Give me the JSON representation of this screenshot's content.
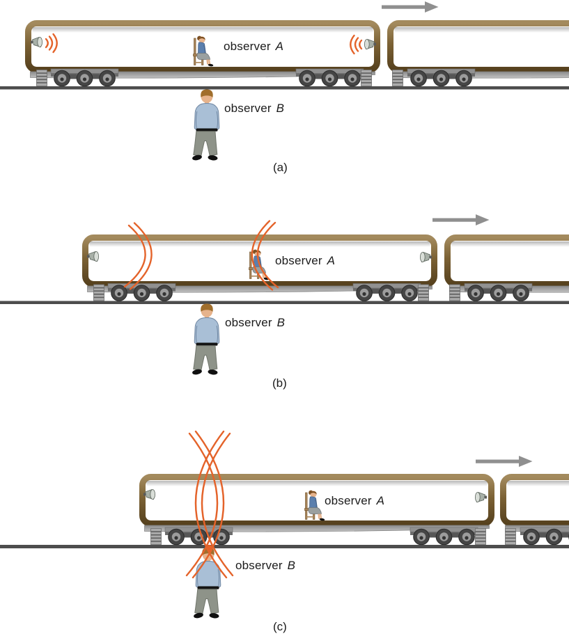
{
  "colors": {
    "train_brown": "#7b6134",
    "wave_orange": "#e4632a",
    "arrow_gray": "#8f8f8f",
    "ground_gray": "#4d4d4d",
    "shirt_blue": "#a9bfd6",
    "pants_gray": "#8e9389",
    "skin_tan": "#e6b38c",
    "hair_brown": "#a06e2c",
    "observer_a_top_blue": "#5b7fad",
    "skirt_gray": "#9aa0a0"
  },
  "panels": [
    {
      "caption": "(a)",
      "observer_a": {
        "prefix": "observer ",
        "letter": "A"
      },
      "observer_b": {
        "prefix": "observer ",
        "letter": "B"
      }
    },
    {
      "caption": "(b)",
      "observer_a": {
        "prefix": "observer ",
        "letter": "A"
      },
      "observer_b": {
        "prefix": "observer ",
        "letter": "B"
      }
    },
    {
      "caption": "(c)",
      "observer_a": {
        "prefix": "observer ",
        "letter": "A"
      },
      "observer_b": {
        "prefix": "observer ",
        "letter": "B"
      }
    }
  ]
}
